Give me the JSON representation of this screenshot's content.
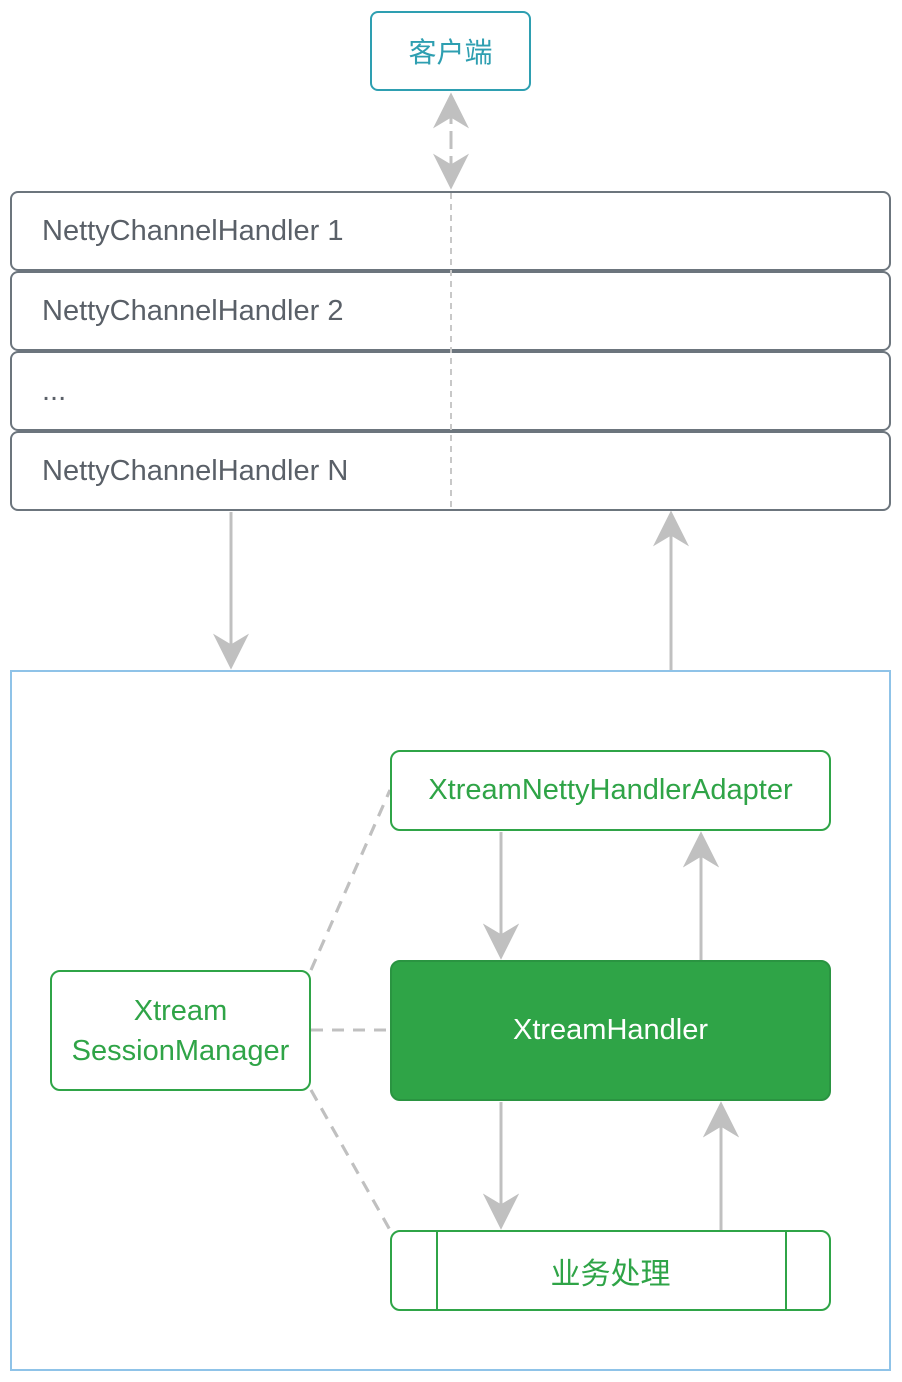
{
  "client": {
    "label": "客户端"
  },
  "handlers": [
    {
      "label": "NettyChannelHandler 1"
    },
    {
      "label": "NettyChannelHandler 2"
    },
    {
      "label": "..."
    },
    {
      "label": "NettyChannelHandler N"
    }
  ],
  "adapter": {
    "label": "XtreamNettyHandlerAdapter"
  },
  "session_manager": {
    "line1": "Xtream",
    "line2": "SessionManager"
  },
  "xtream_handler": {
    "label": "XtreamHandler"
  },
  "business": {
    "label": "业务处理"
  },
  "colors": {
    "client": "#2e9fb1",
    "handler_border": "#6c757d",
    "handler_text": "#5a6068",
    "green": "#2fa447",
    "container_border": "#8fc3e8",
    "arrow": "#c0c0c0"
  }
}
